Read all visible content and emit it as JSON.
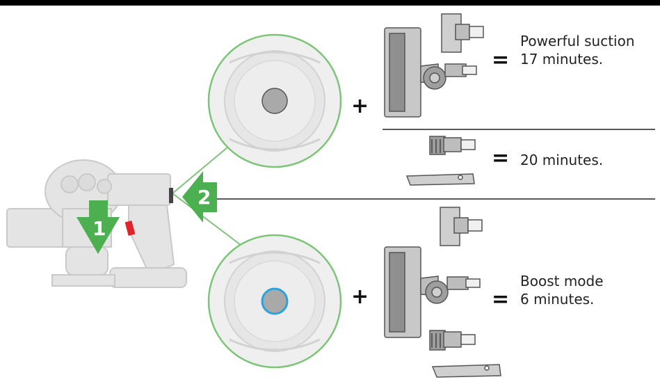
{
  "colors": {
    "accent_green": "#4caf50",
    "outline_green": "#7cc576",
    "button_blue": "#29a3dd",
    "trigger_red": "#e0242b",
    "device_gray": "#d8d8d8",
    "tool_gray": "#a9a9a9"
  },
  "steps": {
    "step1": "1",
    "step2": "2"
  },
  "operators": {
    "plus_top": "+",
    "plus_bottom": "+",
    "eq_top": "=",
    "eq_middle": "=",
    "eq_bottom": "="
  },
  "modes": {
    "top": {
      "line1": "Powerful suction",
      "line2": "17 minutes."
    },
    "middle": {
      "line1": "20 minutes."
    },
    "bottom": {
      "line1": "Boost mode",
      "line2": "6 minutes."
    }
  },
  "icons": {
    "vacuum": "handheld-vacuum-icon",
    "button_off": "mode-button-icon",
    "button_on": "mode-button-boost-icon",
    "motorhead": "motorhead-tool-icon",
    "adaptor": "adaptor-tool-icon",
    "brush": "combination-brush-icon",
    "crevice": "crevice-tool-icon"
  }
}
